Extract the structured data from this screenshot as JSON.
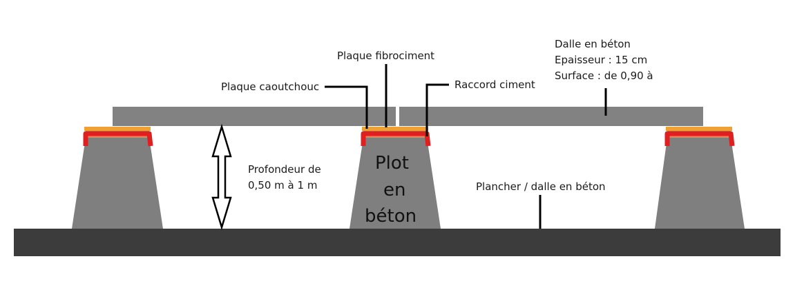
{
  "colors": {
    "background": "#ffffff",
    "ground": "#3c3c3c",
    "concrete": "#808080",
    "concrete_dark": "#7a7a7a",
    "slab": "#828282",
    "fiber_plate": "#f0c040",
    "rubber_plate": "#ec7a2a",
    "cement_joint": "#e02020",
    "leader": "#000000"
  },
  "labels": {
    "plaque_fibrociment": "Plaque fibrociment",
    "plaque_caoutchouc": "Plaque caoutchouc",
    "raccord_ciment": "Raccord ciment",
    "dalle_line1": "Dalle en béton",
    "dalle_line2": "Epaisseur : 15 cm",
    "dalle_line3": "Surface : de 0,90 à",
    "profondeur_line1": "Profondeur de",
    "profondeur_line2": "0,50 m à 1 m",
    "plancher": "Plancher / dalle en béton",
    "plot_line1": "Plot",
    "plot_line2": "en",
    "plot_line3": "béton"
  },
  "icons": {
    "depth_arrow": "double-headed-vertical-arrow-icon"
  }
}
